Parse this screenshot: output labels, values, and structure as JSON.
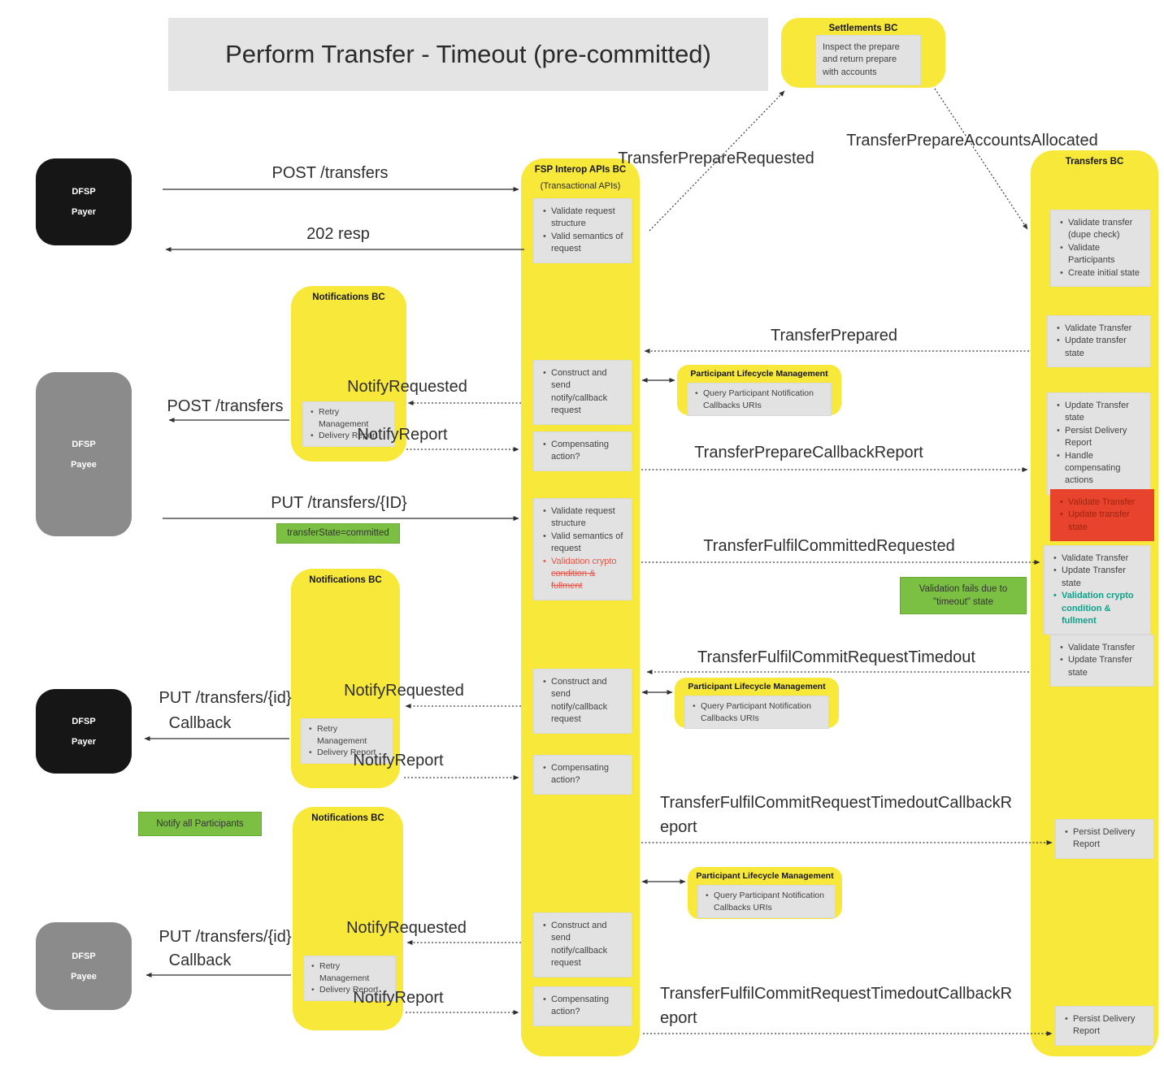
{
  "title": "Perform Transfer - Timeout (pre-committed)",
  "colors": {
    "yellow": "#f8e83a",
    "note_gray": "#e2e2e2",
    "green": "#7cc043",
    "red": "#e8432d",
    "teal": "#0ba28a"
  },
  "actors": {
    "payer": {
      "line1": "DFSP",
      "line2": "Payer"
    },
    "payee": {
      "line1": "DFSP",
      "line2": "Payee"
    }
  },
  "settlements": {
    "title": "Settlements BC",
    "note": "Inspect the prepare and return prepare with accounts"
  },
  "interop": {
    "title": "FSP Interop APIs BC",
    "subtitle": "(Transactional APIs)",
    "validate_request": [
      "Validate request structure",
      "Valid semantics of request"
    ],
    "validate_crypto_parts": [
      "Validation crypto",
      "condition & fullment"
    ],
    "construct": "Construct and send notify/callback request",
    "compensating": "Compensating action?"
  },
  "transfers": {
    "title": "Transfers BC",
    "initial": [
      "Validate transfer (dupe check)",
      "Validate Participants",
      "Create initial state"
    ],
    "validate_update_lower": [
      "Validate Transfer",
      "Update transfer state"
    ],
    "update_persist": [
      "Update Transfer state",
      "Persist Delivery Report",
      "Handle compensating actions"
    ],
    "validate_update_upper": [
      "Validate Transfer",
      "Update Transfer state"
    ],
    "validate_crypto": "Validation crypto condition & fullment",
    "persist": "Persist Delivery Report"
  },
  "notifications": {
    "title": "Notifications BC",
    "items": [
      "Retry Management",
      "Delivery Report"
    ]
  },
  "plm": {
    "title": "Participant Lifecycle Management",
    "note": "Query Participant Notification Callbacks URIs"
  },
  "messages": {
    "post_transfers": "POST /transfers",
    "resp_202": "202 resp",
    "transfer_prepare_requested": "TransferPrepareRequested",
    "transfer_prepare_accounts_allocated": "TransferPrepareAccountsAllocated",
    "transfer_prepared": "TransferPrepared",
    "notify_requested": "NotifyRequested",
    "notify_report": "NotifyReport",
    "transfer_prepare_callback_report": "TransferPrepareCallbackReport",
    "put_transfers_id_uc": "PUT /transfers/{ID}",
    "transfer_fulfil_committed_requested": "TransferFulfilCommittedRequested",
    "transfer_fulfil_commit_request_timedout": "TransferFulfilCommitRequestTimedout",
    "put_transfers_id_lc": "PUT /transfers/{id}",
    "callback": "Callback",
    "timedout_callback_report": "TransferFulfilCommitRequestTimedoutCallbackReport"
  },
  "highlights": {
    "transfer_state": "transferState=committed",
    "validation_fails": "Validation fails due to \"timeout\" state",
    "notify_all": "Notify all Participants"
  }
}
